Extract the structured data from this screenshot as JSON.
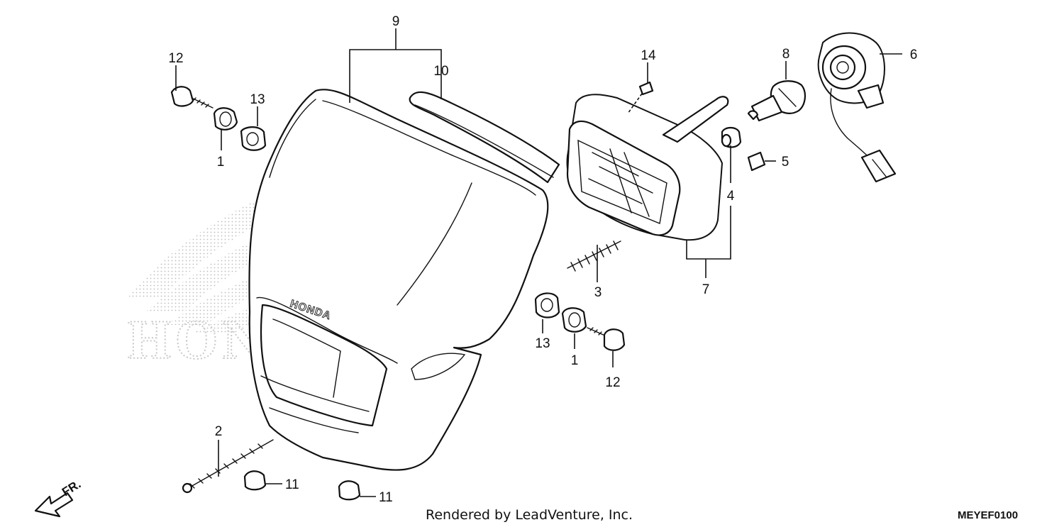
{
  "watermark": {
    "brand": "HONDA"
  },
  "plate_brand": "HONDA",
  "callouts": {
    "c1a": "1",
    "c1b": "1",
    "c2": "2",
    "c3": "3",
    "c4": "4",
    "c5": "5",
    "c6": "6",
    "c7": "7",
    "c8": "8",
    "c9": "9",
    "c10": "10",
    "c11a": "11",
    "c11b": "11",
    "c12a": "12",
    "c12b": "12",
    "c13a": "13",
    "c13b": "13",
    "c14": "14"
  },
  "direction": {
    "label": "FR."
  },
  "footer": {
    "credit": "Rendered by LeadVenture, Inc.",
    "diagram_code": "MEYEF0100"
  }
}
